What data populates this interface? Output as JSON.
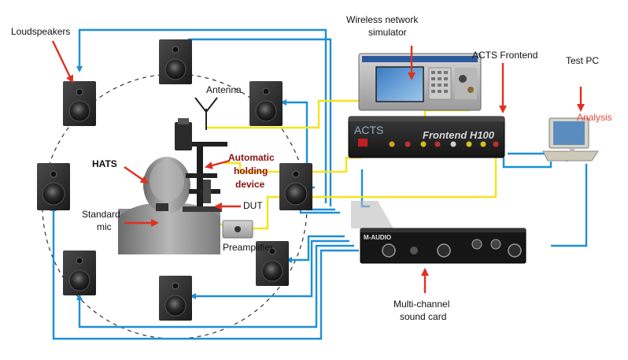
{
  "labels": {
    "loudspeakers": "Loudspeakers",
    "antenna": "Antenna",
    "wireless_line1": "Wireless network",
    "wireless_line2": "simulator",
    "acts_frontend": "ACTS Frontend",
    "test_pc": "Test PC",
    "analysis": "Analysis",
    "hats": "HATS",
    "auto_line1": "Automatic",
    "auto_line2": "holding",
    "auto_line3": "device",
    "dut": "DUT",
    "standard_line1": "Standard",
    "standard_line2": "mic",
    "preamplifier": "Preamplifier",
    "soundcard_line1": "Multi-channel",
    "soundcard_line2": "sound card"
  },
  "devices": {
    "frontend_brand": "ACTS",
    "frontend_model": "Frontend H100",
    "soundcard_brand": "M-AUDIO"
  },
  "colors": {
    "cable_blue": "#1e8fd6",
    "cable_yellow": "#f2e51c",
    "arrow_red": "#e03020",
    "label_dark_red": "#8b1010",
    "analysis_red": "#e8453c"
  }
}
